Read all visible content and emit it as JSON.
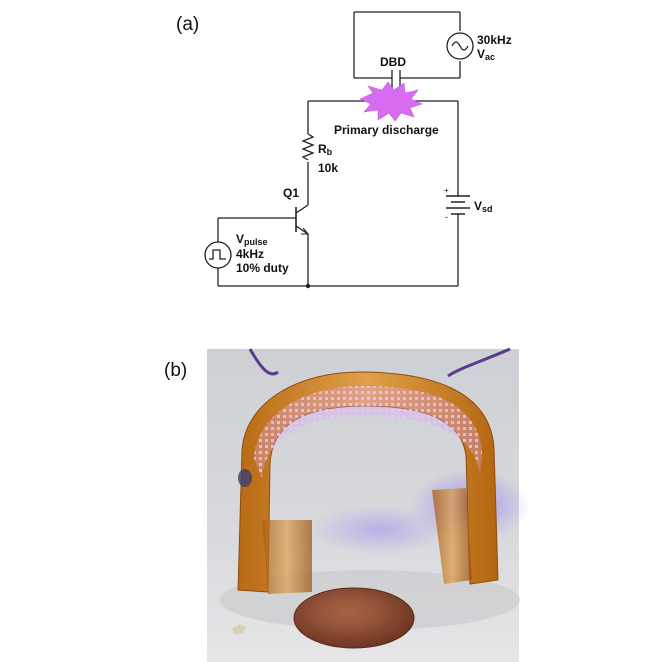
{
  "panels": {
    "a": "(a)",
    "b": "(b)"
  },
  "circuit": {
    "dbd": "DBD",
    "ac_freq": "30kHz",
    "ac_v": "V",
    "ac_sub": "ac",
    "primary_discharge": "Primary discharge",
    "rb_main": "R",
    "rb_sub": "b",
    "rb_value": "10k",
    "q1": "Q1",
    "vsd_main": "V",
    "vsd_sub": "sd",
    "pulse_main": "V",
    "pulse_sub": "pulse",
    "pulse_freq": "4kHz",
    "pulse_duty": "10% duty",
    "battery_plus": "+",
    "battery_minus": "-"
  },
  "colors": {
    "discharge": "#d76cf0",
    "glow": "#e0a8f5",
    "kapton": "#d58c25",
    "penny": "#8a4a30"
  }
}
